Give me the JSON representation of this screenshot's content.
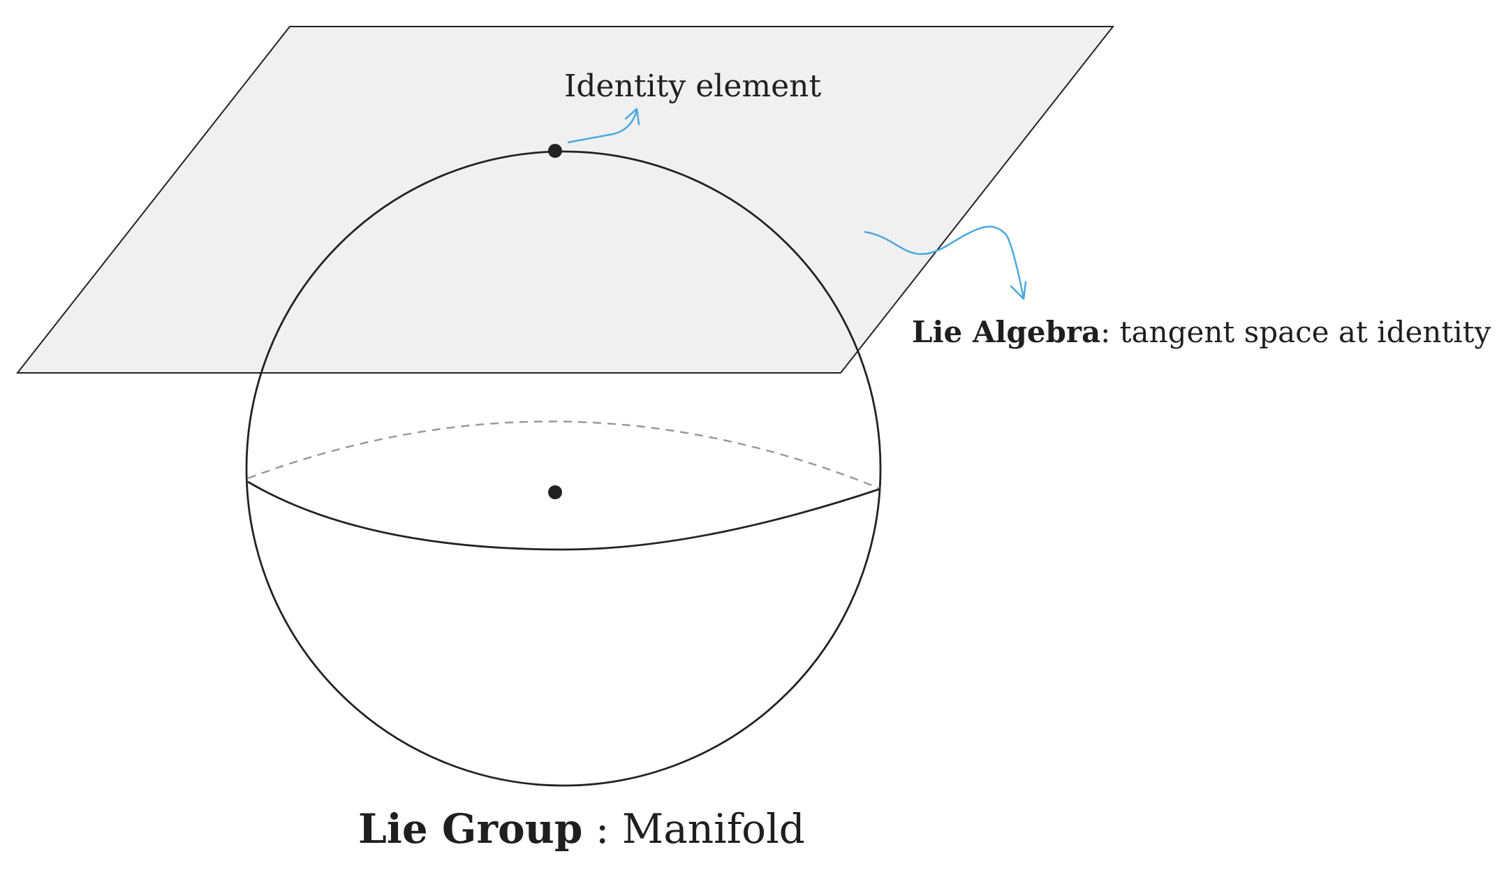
{
  "labels": {
    "identity": "Identity element",
    "lie_algebra_bold": "Lie Algebra",
    "lie_algebra_rest": ": tangent space at identity",
    "lie_group_bold": "Lie Group",
    "lie_group_rest": " : Manifold"
  },
  "colors": {
    "plane_fill": "#f0f0f0",
    "outline": "#222222",
    "arrow": "#4aa8e0",
    "hidden_line": "#999999"
  }
}
